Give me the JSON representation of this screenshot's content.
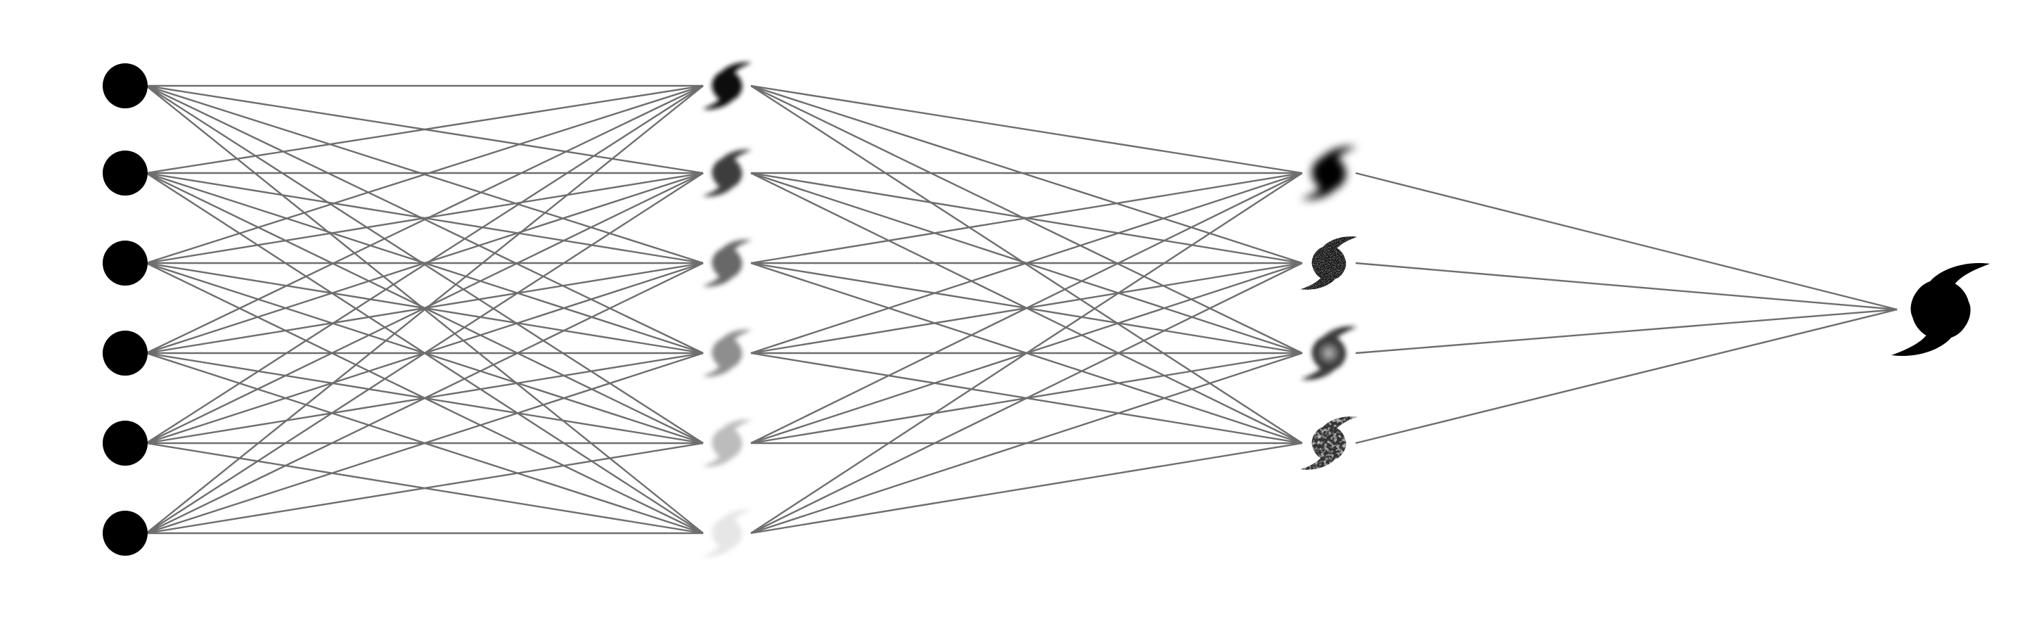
{
  "network": {
    "layers": [
      {
        "id": "input",
        "node_shape": "circle",
        "nodes": [
          {
            "fill": "#000000"
          },
          {
            "fill": "#000000"
          },
          {
            "fill": "#000000"
          },
          {
            "fill": "#000000"
          },
          {
            "fill": "#000000"
          },
          {
            "fill": "#000000"
          }
        ]
      },
      {
        "id": "hidden-1",
        "node_shape": "hurricane-symbol",
        "texture": "blurred",
        "nodes": [
          {
            "fill": "#101010"
          },
          {
            "fill": "#3d3d3d"
          },
          {
            "fill": "#676767"
          },
          {
            "fill": "#8e8e8e"
          },
          {
            "fill": "#bcbcbc"
          },
          {
            "fill": "#e6e6e6"
          }
        ]
      },
      {
        "id": "hidden-2",
        "node_shape": "hurricane-symbol",
        "nodes": [
          {
            "fill": "#000000",
            "texture": "blurred"
          },
          {
            "fill": "#141414",
            "texture": "speckled"
          },
          {
            "fill": "#2e2e2e",
            "texture": "radial"
          },
          {
            "fill": "#333333",
            "texture": "mottled"
          }
        ]
      },
      {
        "id": "output",
        "node_shape": "hurricane-symbol",
        "nodes": [
          {
            "fill": "#000000",
            "texture": "solid"
          }
        ]
      }
    ],
    "connectivity": "fully-connected",
    "edge_color": "#6e6e6e"
  }
}
